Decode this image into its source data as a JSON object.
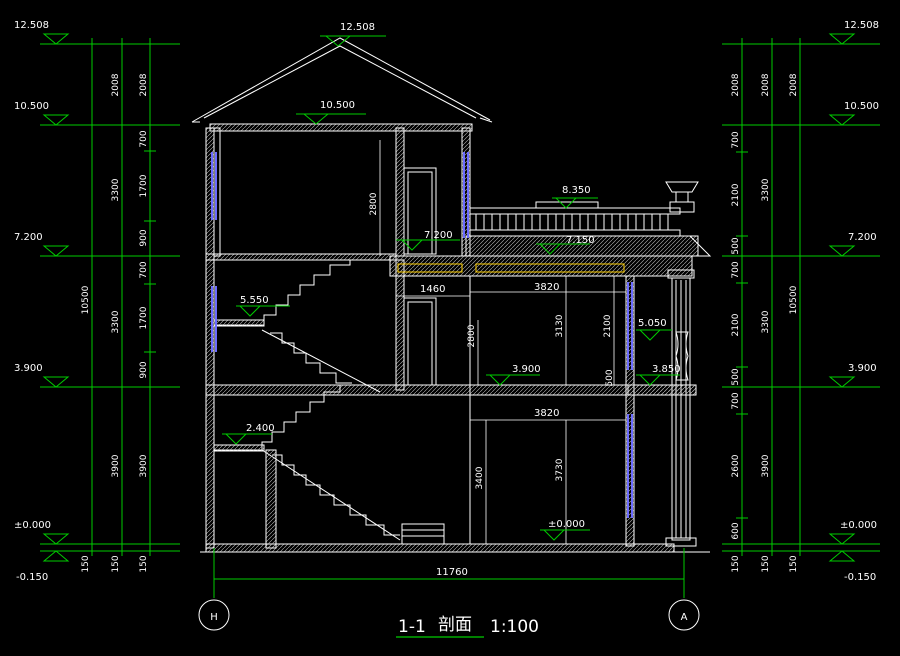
{
  "title": {
    "section": "1-1",
    "name": "剖面",
    "scale": "1:100"
  },
  "axes": {
    "left": "H",
    "right": "A"
  },
  "total_dimension": "11760",
  "left_levels": {
    "l1": "12.508",
    "l2": "10.500",
    "l3": "7.200",
    "l4": "3.900",
    "l5": "±0.000",
    "l6": "-0.150"
  },
  "right_levels": {
    "l1": "12.508",
    "l2": "10.500",
    "l3": "7.200",
    "l4": "3.900",
    "l5": "±0.000",
    "l6": "-0.150"
  },
  "inner_levels": {
    "ridge": "12.508",
    "eave": "10.500",
    "terrace_top": "8.350",
    "floor3": "7.200",
    "terrace": "7.150",
    "landing2": "5.550",
    "balcony": "5.050",
    "floor2": "3.900",
    "floor2_right": "3.850",
    "landing1": "2.400",
    "ground": "±0.000"
  },
  "left_dims": {
    "outer": [
      "10500"
    ],
    "mid": [
      "2008",
      "3300",
      "3300",
      "3900",
      "150"
    ],
    "inner": [
      "2008",
      "700",
      "1700",
      "900",
      "700",
      "1700",
      "900",
      "3900",
      "150"
    ]
  },
  "right_dims": {
    "outer": [
      "10500"
    ],
    "mid": [
      "2008",
      "3300",
      "3300",
      "3900",
      "150"
    ],
    "inner": [
      "2008",
      "700",
      "2100",
      "500",
      "700",
      "2100",
      "500",
      "700",
      "2600",
      "600",
      "150"
    ]
  },
  "inner_dims": {
    "stair_upper": "2800",
    "door_upper_w": "1460",
    "span_upper": "3820",
    "door_mid": "2800",
    "room_mid_h": "3130",
    "window_mid": "2100",
    "small_500": "500",
    "span_lower": "3820",
    "room_low": "3400",
    "room_low2": "3730"
  },
  "colors": {
    "background": "#000000",
    "text": "#ffffff",
    "dimension": "#00cc00",
    "level_line": "#00cc00",
    "wall": "#ffffff",
    "glass": "#6c6cff"
  }
}
